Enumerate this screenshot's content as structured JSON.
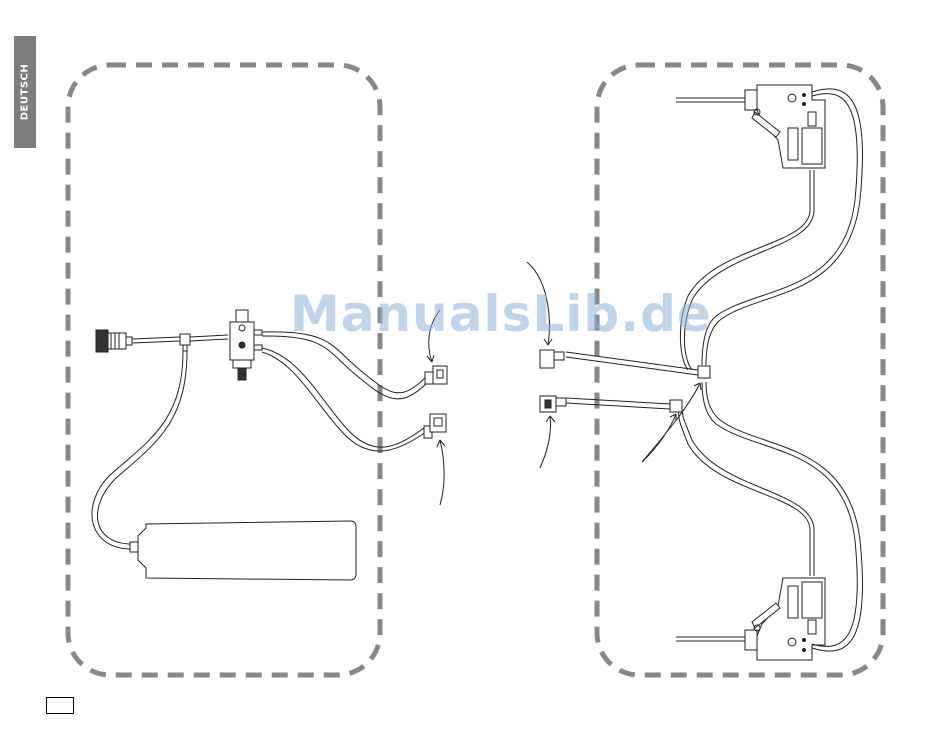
{
  "side_tab": {
    "label": "DEUTSCH"
  },
  "page_number": {
    "label": ""
  },
  "watermark": {
    "text": "ManualsLib.de"
  },
  "colors": {
    "tab": "#7d7d7d",
    "dashed_border": "#888888",
    "line": "#222222",
    "watermark": "#8fb3da"
  },
  "figures": [
    {
      "name": "left-panel",
      "parts": [
        "connector-plug",
        "tee-fitting",
        "valve-block",
        "hose-pair",
        "vacuum-canister"
      ]
    },
    {
      "name": "right-panel",
      "parts": [
        "brake-caliper-top",
        "brake-caliper-bottom",
        "tee-fitting-pair",
        "coupler-pair"
      ]
    }
  ]
}
